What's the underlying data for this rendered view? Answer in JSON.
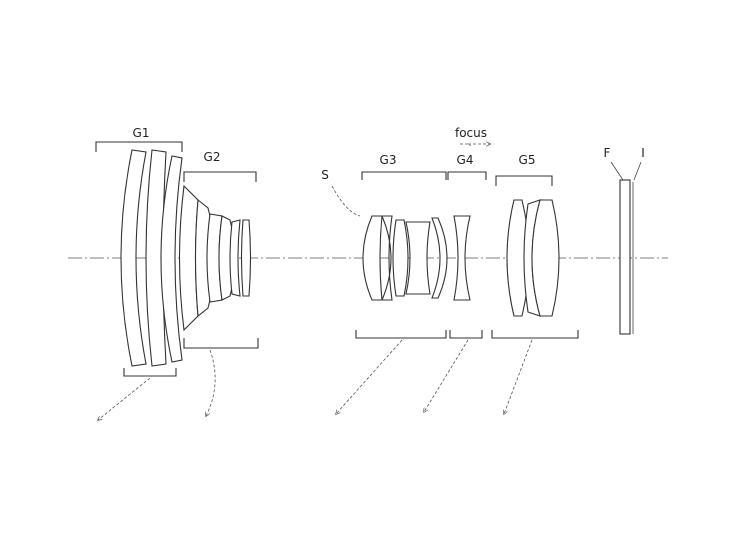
{
  "labels": {
    "g1": "G1",
    "g2": "G2",
    "g3": "G3",
    "g4": "G4",
    "g5": "G5",
    "stop": "S",
    "focus": "focus",
    "filter": "F",
    "image": "I"
  }
}
